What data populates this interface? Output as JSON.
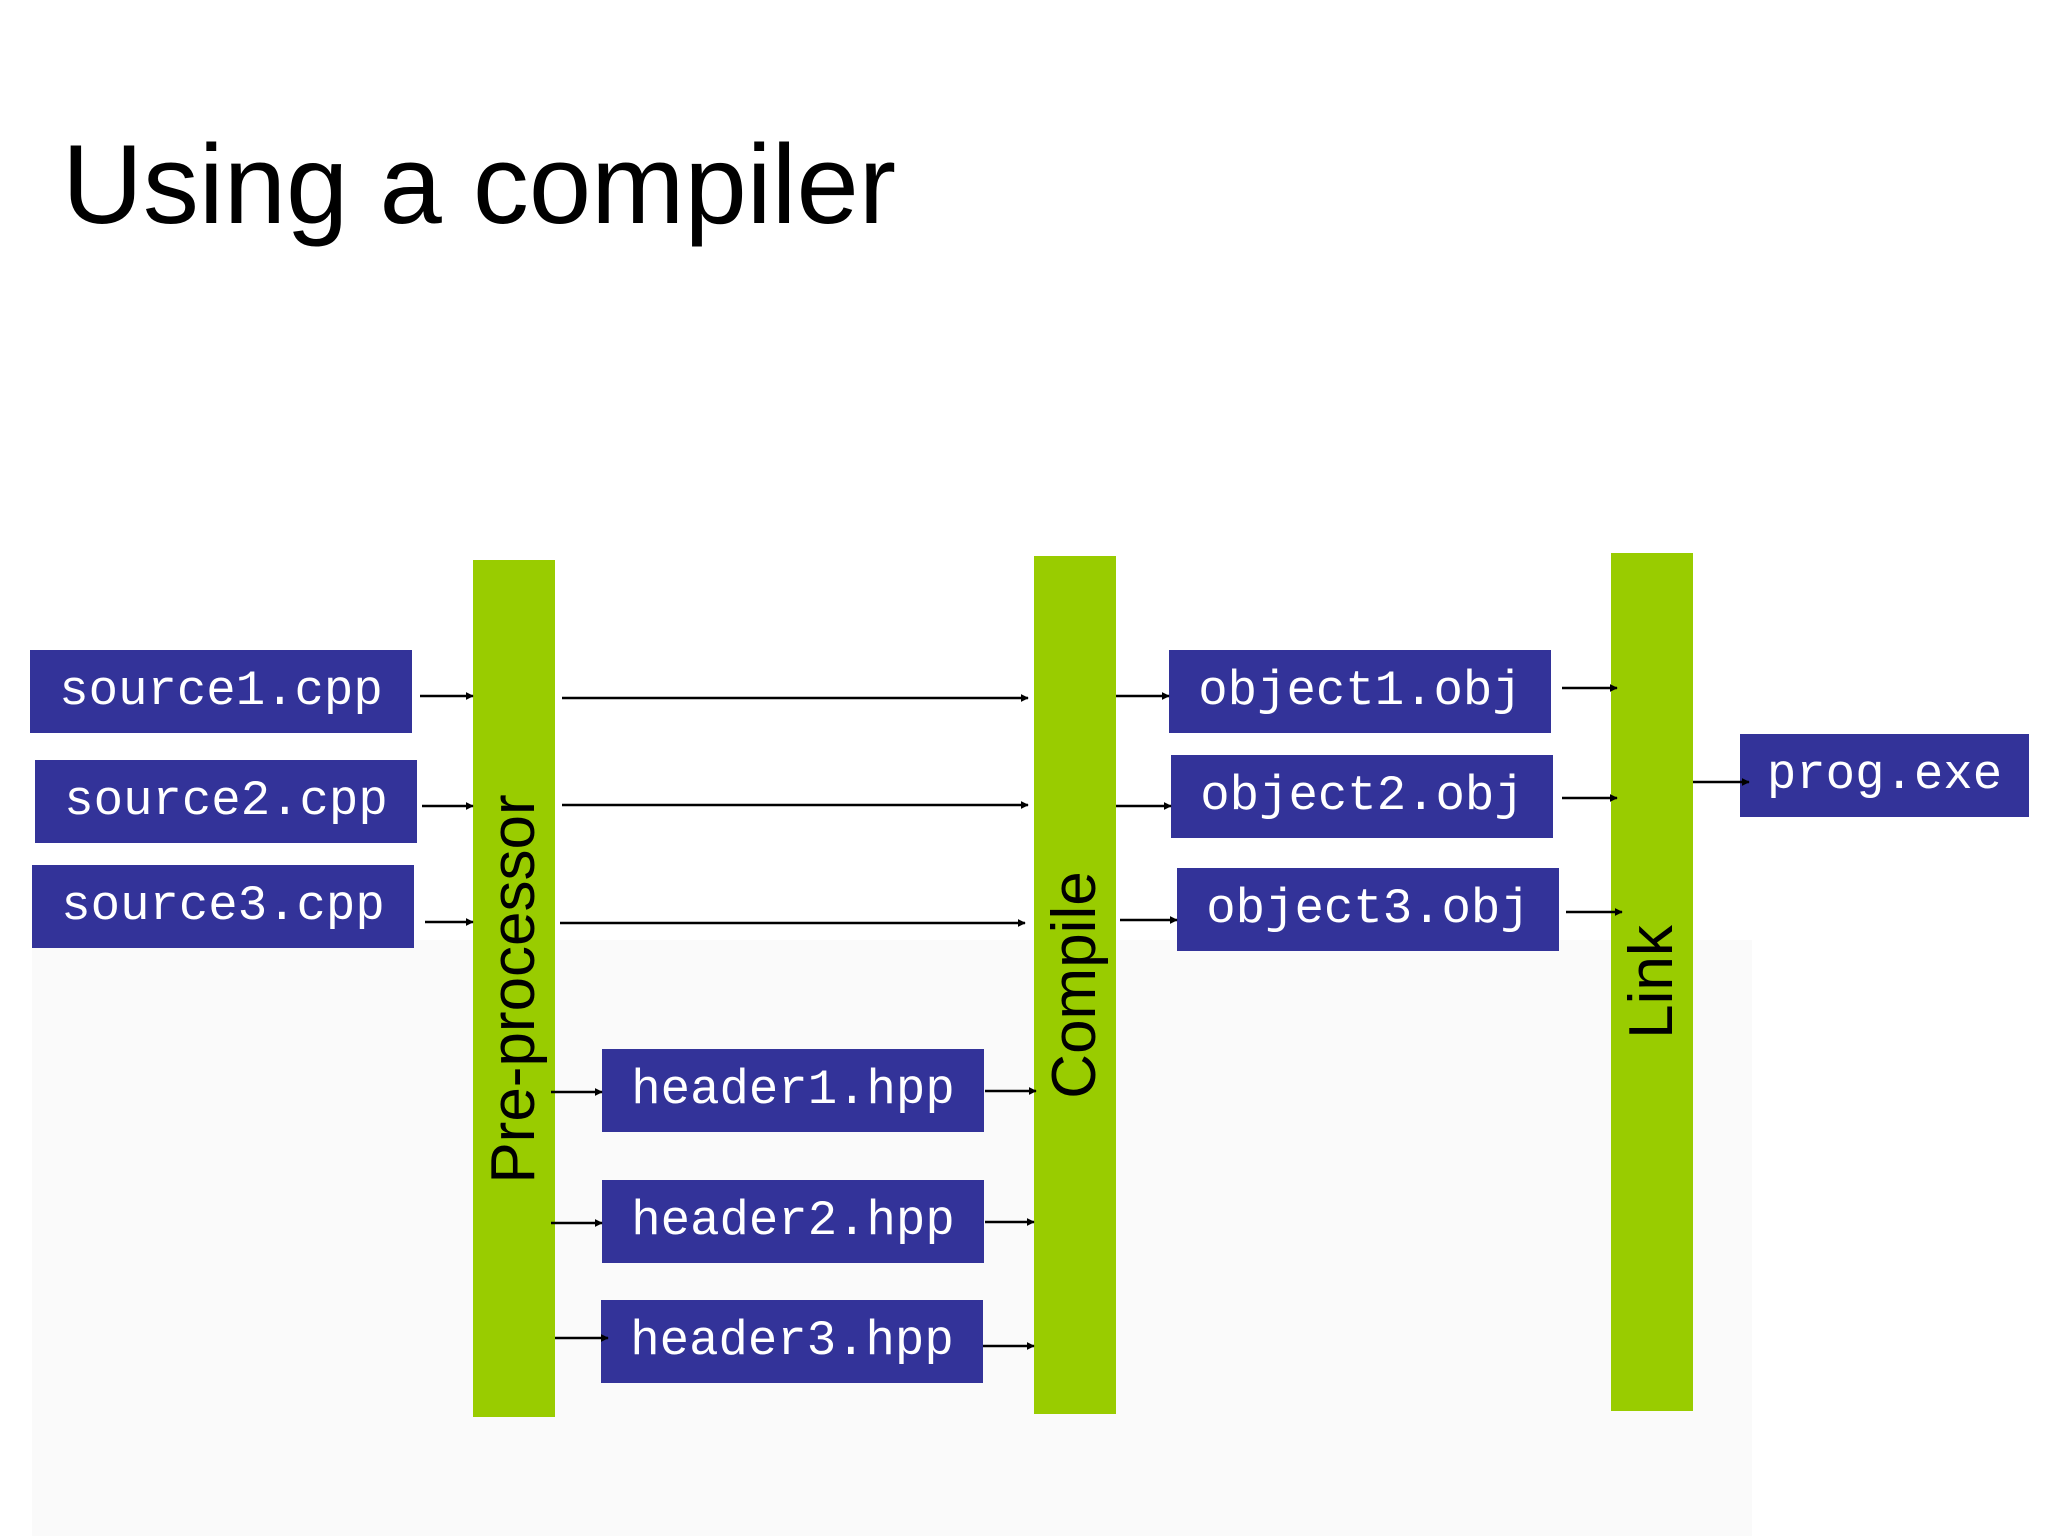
{
  "title": "Using a compiler",
  "stages": {
    "preprocessor": "Pre-processor",
    "compile": "Compile",
    "link": "Link"
  },
  "sources": [
    "source1.cpp",
    "source2.cpp",
    "source3.cpp"
  ],
  "headers": [
    "header1.hpp",
    "header2.hpp",
    "header3.hpp"
  ],
  "objects": [
    "object1.obj",
    "object2.obj",
    "object3.obj"
  ],
  "output": "prog.exe",
  "colors": {
    "file_box": "#333399",
    "stage_bar": "#99cc00",
    "arrow": "#000000"
  }
}
